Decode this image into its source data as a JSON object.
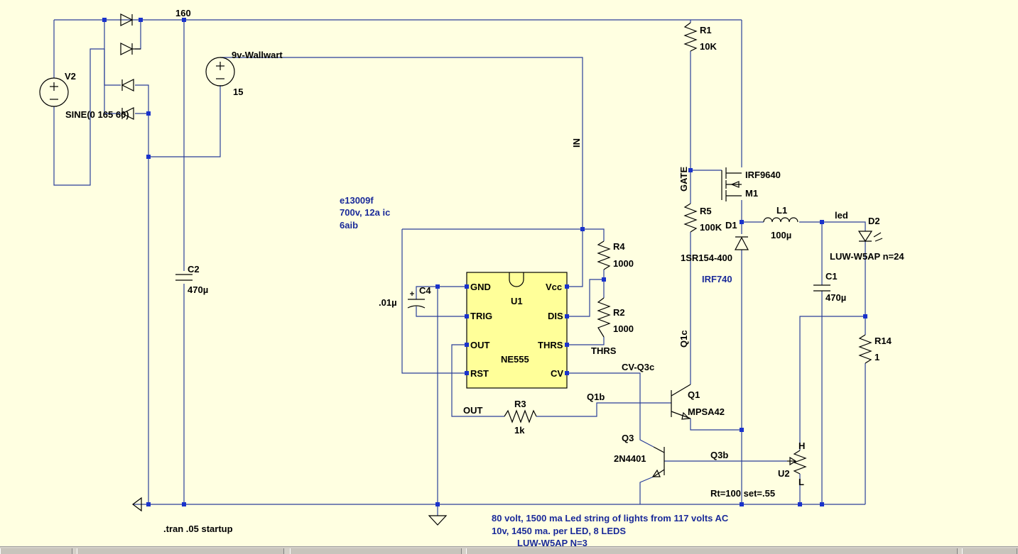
{
  "schematic": {
    "top_node": "160",
    "wallwart_label": "9v-Wallwart",
    "wallwart_value": "15",
    "v2_name": "V2",
    "v2_value": "SINE(0 165 60)",
    "c2_name": "C2",
    "c2_value": "470µ",
    "r1_name": "R1",
    "r1_value": "10K",
    "in_net": "IN",
    "gate_net": "GATE",
    "m1_model": "IRF9640",
    "m1_name": "M1",
    "r5_name": "R5",
    "r5_value": "100K",
    "d1_name": "D1",
    "d1_model": "1SR154-400",
    "l1_name": "L1",
    "l1_value": "100µ",
    "led_net": "led",
    "d2_name": "D2",
    "d2_model": "LUW-W5AP n=24",
    "comment_lines": [
      "e13009f",
      "700v, 12a ic",
      "6aib"
    ],
    "irf740_note": "IRF740",
    "r4_name": "R4",
    "r4_value": "1000",
    "r2_name": "R2",
    "r2_value": "1000",
    "thrs_net": "THRS",
    "c4_name": "C4",
    "c4_value": ".01µ",
    "u1_name": "U1",
    "u1_part": "NE555",
    "u1_pins": {
      "gnd": "GND",
      "vcc": "Vcc",
      "trig": "TRIG",
      "dis": "DIS",
      "out": "OUT",
      "thrs": "THRS",
      "rst": "RST",
      "cv": "CV"
    },
    "c1_name": "C1",
    "c1_value": "470µ",
    "r14_name": "R14",
    "r14_value": "1",
    "q1c_net": "Q1c",
    "cvq3c_net": "CV-Q3c",
    "q1b_net": "Q1b",
    "q1_name": "Q1",
    "q1_model": "MPSA42",
    "r3_name": "R3",
    "r3_value": "1k",
    "out_net": "OUT",
    "q3_name": "Q3",
    "q3_model": "2N4401",
    "q3b_net": "Q3b",
    "u2_h": "H",
    "u2_name": "U2",
    "u2_l": "L",
    "u2_params": "Rt=100 set=.55",
    "tran_directive": ".tran .05 startup",
    "notes": [
      "80 volt, 1500 ma Led string of lights from 117 volts AC",
      "10v, 1450 ma. per LED, 8  LEDS",
      "LUW-W5AP  N=3"
    ]
  },
  "colors": {
    "background": "#ffffe1",
    "wire": "#2a3f9a",
    "junction": "#1a33cc",
    "ic_fill": "#ffff99",
    "comment": "#1a2a99"
  }
}
